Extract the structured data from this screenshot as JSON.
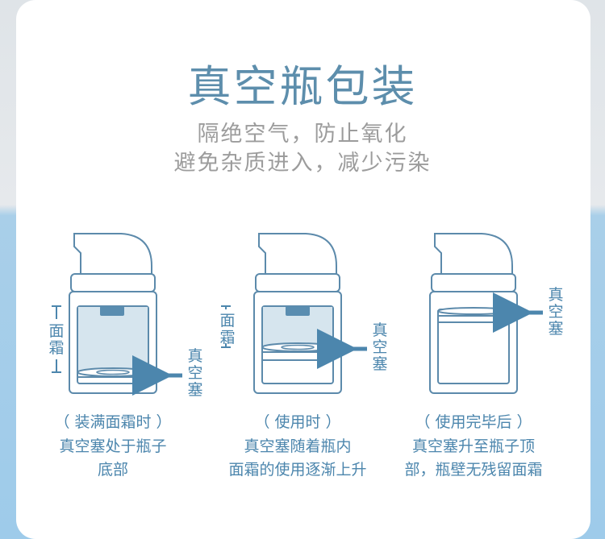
{
  "header": {
    "title": "真空瓶包装",
    "subtitle_line1": "隔绝空气，防止氧化",
    "subtitle_line2": "避免杂质进入，减少污染"
  },
  "bottles": [
    {
      "caption_head": "（ 装满面霜时 ）",
      "caption_line1": "真空塞处于瓶子",
      "caption_line2": "底部",
      "cream_label": [
        "面",
        "霜"
      ],
      "piston_label": [
        "真",
        "空",
        "塞"
      ],
      "piston_level": 0.0
    },
    {
      "caption_head": "（ 使用时 ）",
      "caption_line1": "真空塞随着瓶内",
      "caption_line2": "面霜的使用逐渐上升",
      "cream_label": [
        "面",
        "霜"
      ],
      "piston_label": [
        "真",
        "空",
        "塞"
      ],
      "piston_level": 0.5
    },
    {
      "caption_head": "（ 使用完毕后 ）",
      "caption_line1": "真空塞升至瓶子顶",
      "caption_line2": "部，瓶壁无残留面霜",
      "piston_label": [
        "真",
        "空",
        "塞"
      ],
      "piston_level": 1.0
    }
  ],
  "colors": {
    "title": "#5d8eac",
    "subtitle": "#9c9c9c",
    "accent": "#4c86ad",
    "cream_fill": "#d6e5ee",
    "outline": "#5c8aab"
  }
}
